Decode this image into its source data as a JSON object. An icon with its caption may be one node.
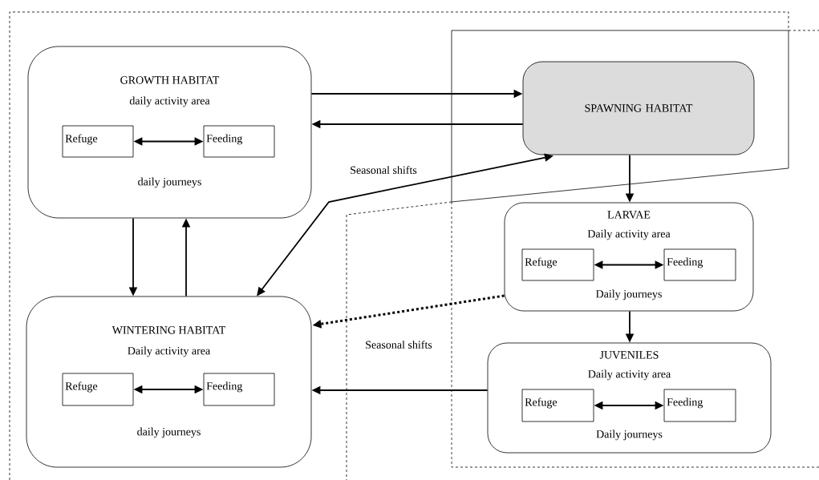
{
  "diagram": {
    "nodes": [
      {
        "text": [
          "GROWTH HABITAT",
          "daily activity area",
          "daily journeys"
        ]
      },
      {
        "text": [
          "Refuge"
        ],
        "in": 0
      },
      {
        "text": [
          "Feeding"
        ],
        "in": 0
      },
      {
        "text": [
          "SPAWNING HABITAT"
        ]
      },
      {
        "text": [
          "LARVAE",
          "Daily activity area",
          "Daily journeys"
        ]
      },
      {
        "text": [
          "Refuge"
        ],
        "in": 4
      },
      {
        "text": [
          "Feeding"
        ],
        "in": 4
      },
      {
        "text": [
          "WINTERING HABITAT",
          "Daily activity area",
          "daily journeys"
        ]
      },
      {
        "text": [
          "Refuge"
        ],
        "in": 7
      },
      {
        "text": [
          "Feeding"
        ],
        "in": 7
      },
      {
        "text": [
          "JUVENILES",
          "Daily activity area",
          "Daily journeys"
        ]
      },
      {
        "text": [
          "Refuge"
        ],
        "in": 10
      },
      {
        "text": [
          "Feeding"
        ],
        "in": 10
      }
    ],
    "edges": [
      {
        "from": 0,
        "to": 3,
        "arrow": "to"
      },
      {
        "from": 3,
        "to": 0,
        "arrow": "to"
      },
      {
        "from": 1,
        "to": 2,
        "arrow": "both"
      },
      {
        "from": 7,
        "to": 3,
        "arrow": "both",
        "label": "Seasonal shifts"
      },
      {
        "from": 3,
        "to": 4,
        "arrow": "to"
      },
      {
        "from": 5,
        "to": 6,
        "arrow": "both"
      },
      {
        "from": 0,
        "to": 7,
        "arrow": "to"
      },
      {
        "from": 7,
        "to": 0,
        "arrow": "to"
      },
      {
        "from": 4,
        "to": 7,
        "arrow": "to",
        "style": "dashed",
        "label": "Seasonal shifts"
      },
      {
        "from": 8,
        "to": 9,
        "arrow": "both"
      },
      {
        "from": 4,
        "to": 10,
        "arrow": "to"
      },
      {
        "from": 10,
        "to": 7,
        "arrow": "to"
      },
      {
        "from": 11,
        "to": 12,
        "arrow": "both"
      }
    ]
  }
}
